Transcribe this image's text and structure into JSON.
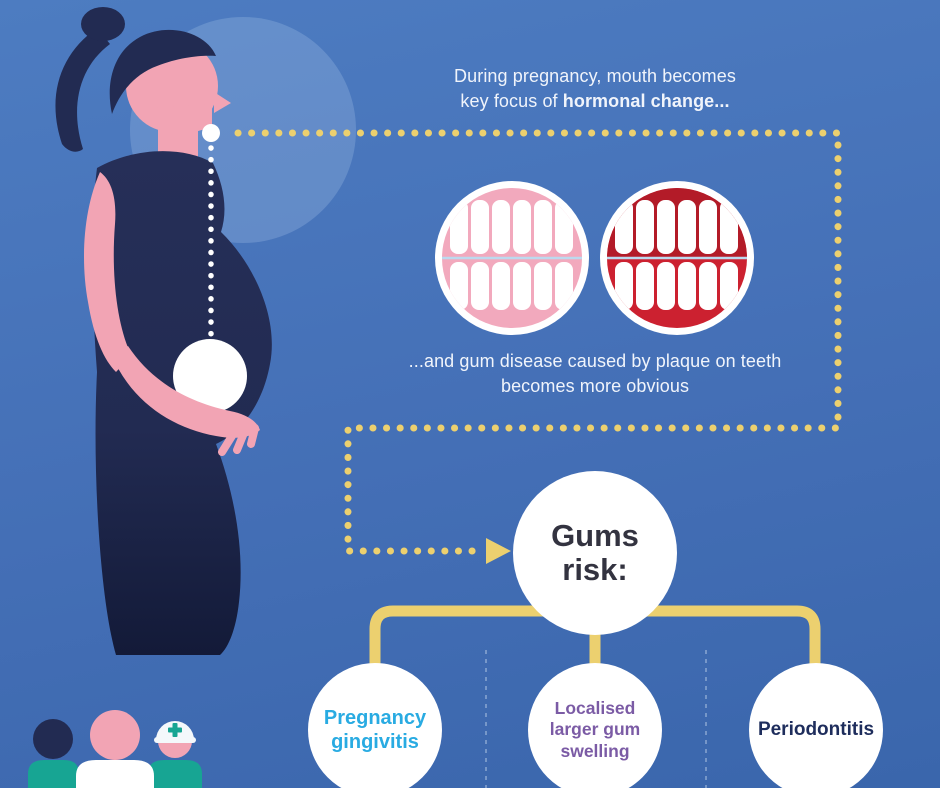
{
  "colors": {
    "bg_top": "#4d7cc1",
    "bg_mid": "#446fb6",
    "bg_bottom": "#3a66ac",
    "yellow": "#ecd06f",
    "navy": "#222b52",
    "skin": "#f2a4b4",
    "halo": "#a9c7e9",
    "gum_pink": "#f2a9bd",
    "gum_red": "#cc2130",
    "gum_red_dark": "#b31b28",
    "tooth_divider": "#bcd9ee",
    "teal": "#17a593",
    "cyan": "#29abe2",
    "purple": "#7b5ba5",
    "risk_navy": "#1e2d5c",
    "caption_white": "#f0f4fb",
    "gums_risk_text": "#333340"
  },
  "captions": {
    "top_line1": "During pregnancy, mouth becomes",
    "top_line2_normal": "key focus of ",
    "top_line2_bold": "hormonal change...",
    "mid_line1": "...and gum disease caused by plaque on teeth",
    "mid_line2": "becomes more obvious"
  },
  "gums_risk": {
    "line1": "Gums",
    "line2": "risk:"
  },
  "risks": [
    {
      "lines": [
        "Pregnancy",
        "gingivitis"
      ]
    },
    {
      "lines": [
        "Localised",
        "larger gum",
        "swelling"
      ]
    },
    {
      "lines": [
        "Periodontitis"
      ]
    }
  ],
  "icons": [
    "healthy-gums-icon",
    "inflamed-gums-icon",
    "arrow-right-icon",
    "pregnant-woman-illustration",
    "family-and-dentist-icons"
  ]
}
